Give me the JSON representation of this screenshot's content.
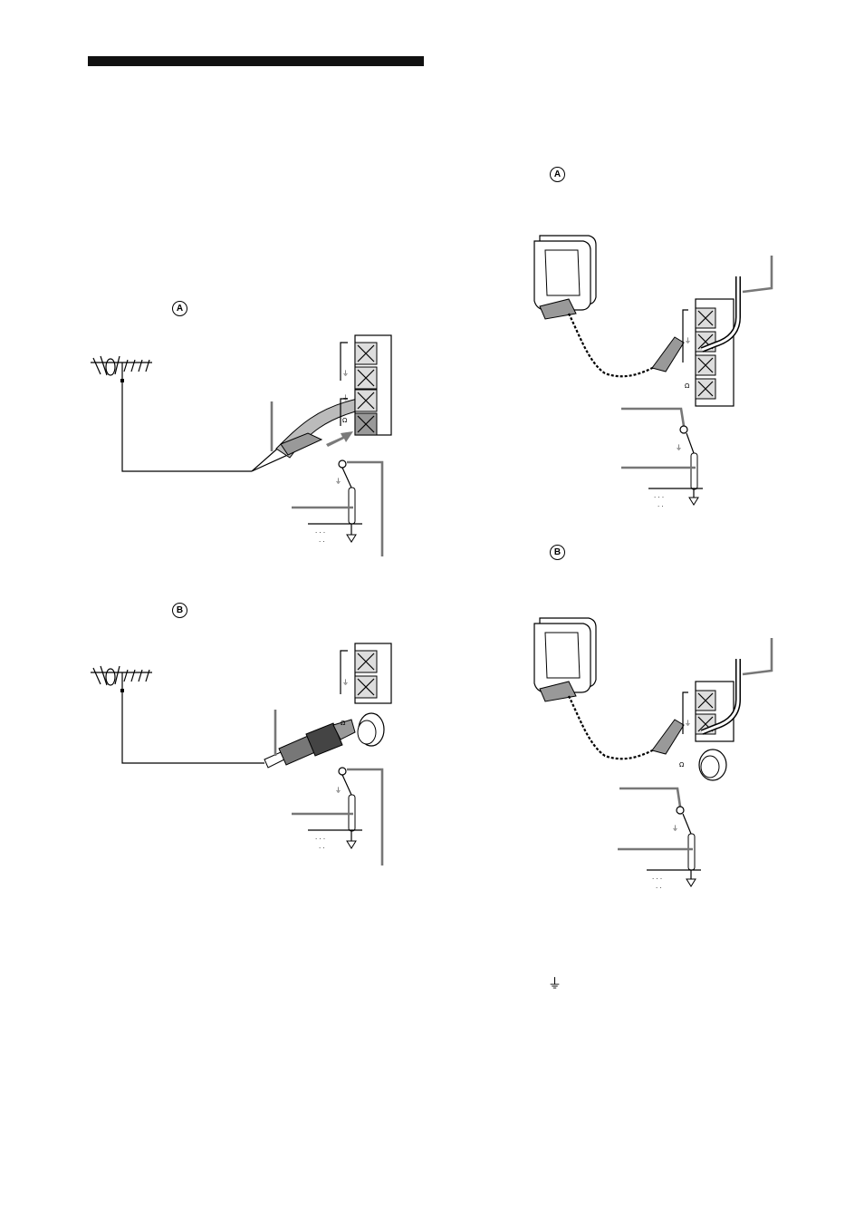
{
  "markers": {
    "a_left": "A",
    "b_left": "B",
    "a_right": "A",
    "b_right": "B"
  },
  "footnote": {
    "ground_symbol": "⏚"
  },
  "colors": {
    "rule": "#111111",
    "callout": "#777777",
    "arrow": "#7a7a7a"
  }
}
